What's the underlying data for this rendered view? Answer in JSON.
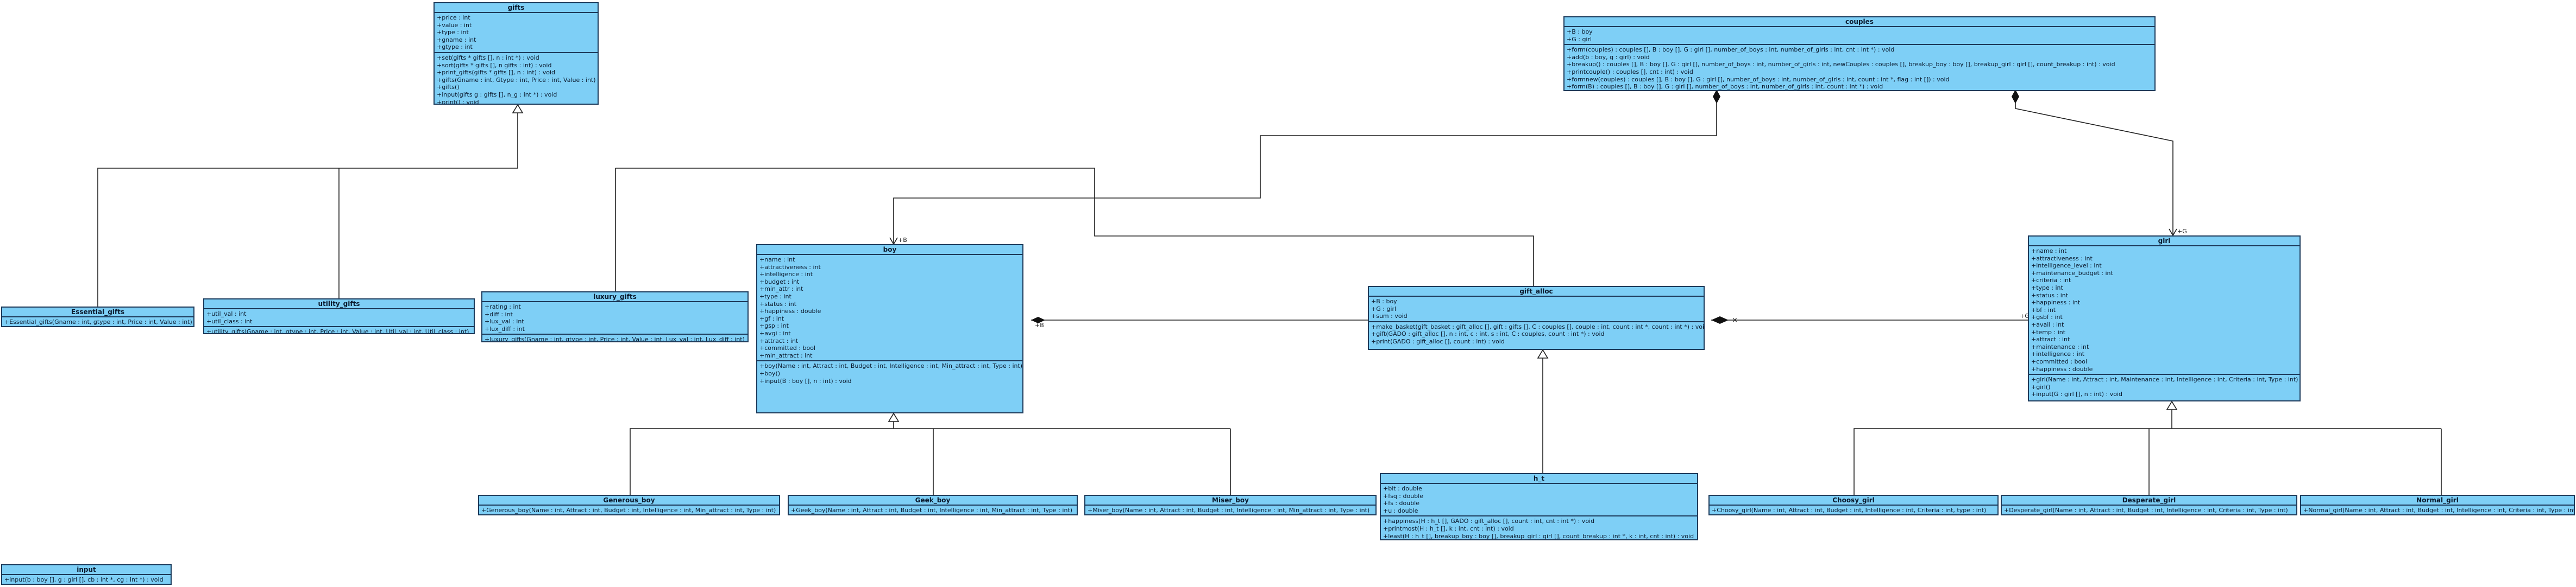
{
  "classes": {
    "gifts": {
      "name": "gifts",
      "attributes": [
        "+price : int",
        "+value : int",
        "+type : int",
        "+gname : int",
        "+gtype : int"
      ],
      "methods": [
        "+set(gifts * gifts [], n : int *) : void",
        "+sort(gifts * gifts [], n gifts : int) : void",
        "+print_gifts(gifts * gifts [], n : int) : void",
        "+gifts(Gname : int, Gtype : int, Price : int, Value : int)",
        "+gifts()",
        "+input(gifts g : gifts [], n_g : int *) : void",
        "+print() : void"
      ]
    },
    "couples": {
      "name": "couples",
      "attributes": [
        "+B : boy",
        "+G : girl"
      ],
      "methods": [
        "+form(couples) : couples [], B : boy [], G : girl [], number_of_boys : int, number_of_girls : int, cnt : int *) : void",
        "+add(b : boy, g : girl) : void",
        "+breakup() : couples [], B : boy [], G : girl [], number_of_boys : int, number_of_girls : int, newCouples : couples [], breakup_boy : boy [], breakup_girl : girl [], count_breakup : int) : void",
        "+printcouple() : couples [], cnt : int) : void",
        "+formnew(couples) : couples [], B : boy [], G : girl [], number_of_boys : int, number_of_girls : int, count : int *, flag : int []) : void",
        "+form(B) : couples [], B : boy [], G : girl [], number_of_boys : int, number_of_girls : int, count : int *) : void"
      ]
    },
    "essential_gifts": {
      "name": "Essential_gifts",
      "attributes": [],
      "methods": [
        "+Essential_gifts(Gname : int, gtype : int, Price : int, Value : int)"
      ]
    },
    "utility_gifts": {
      "name": "utility_gifts",
      "attributes": [
        "+util_val : int",
        "+util_class : int"
      ],
      "methods": [
        "+utility_gifts(Gname : int, gtype : int, Price : int, Value : int, Util_val : int, Util_class : int)"
      ]
    },
    "luxury_gifts": {
      "name": "luxury_gifts",
      "attributes": [
        "+rating : int",
        "+diff : int",
        "+lux_val : int",
        "+lux_diff : int"
      ],
      "methods": [
        "+luxury_gifts(Gname : int, gtype : int, Price : int, Value : int, Lux_val : int, Lux_diff : int)"
      ]
    },
    "boy": {
      "name": "boy",
      "attributes": [
        "+name : int",
        "+attractiveness : int",
        "+intelligence : int",
        "+budget : int",
        "+min_attr : int",
        "+type : int",
        "+status : int",
        "+happiness : double",
        "+gf : int",
        "+gsp : int",
        "+avgi : int",
        "+attract : int",
        "+committed : bool",
        "+min_attract : int"
      ],
      "methods": [
        "+boy(Name : int, Attract : int, Budget : int, Intelligence : int, Min_attract : int, Type : int)",
        "+boy()",
        "+input(B : boy [], n : int) : void"
      ]
    },
    "gift_alloc": {
      "name": "gift_alloc",
      "attributes": [
        "+B : boy",
        "+G : girl",
        "+sum : void"
      ],
      "methods": [
        "+make_basket(gift_basket : gift_alloc [], gift : gifts [], C : couples [], couple : int, count : int *, count : int *) : void",
        "+gift(GADO : gift_alloc [], n : int, c : int, s : int, C : couples, count : int *) : void",
        "+print(GADO : gift_alloc [], count : int) : void"
      ]
    },
    "girl": {
      "name": "girl",
      "attributes": [
        "+name : int",
        "+attractiveness : int",
        "+intelligence_level : int",
        "+maintenance_budget : int",
        "+criteria : int",
        "+type : int",
        "+status : int",
        "+happiness : int",
        "+bf : int",
        "+gsbf : int",
        "+avail : int",
        "+temp : int",
        "+attract : int",
        "+maintenance : int",
        "+intelligence : int",
        "+committed : bool",
        "+happiness : double"
      ],
      "methods": [
        "+girl(Name : int, Attract : int, Maintenance : int, Intelligence : int, Criteria : int, Type : int)",
        "+girl()",
        "+input(G : girl [], n : int) : void"
      ]
    },
    "generous_boy": {
      "name": "Generous_boy",
      "attributes": [],
      "methods": [
        "+Generous_boy(Name : int, Attract : int, Budget : int, Intelligence : int, Min_attract : int, Type : int)"
      ]
    },
    "geek_boy": {
      "name": "Geek_boy",
      "attributes": [],
      "methods": [
        "+Geek_boy(Name : int, Attract : int, Budget : int, Intelligence : int, Min_attract : int, Type : int)"
      ]
    },
    "miser_boy": {
      "name": "Miser_boy",
      "attributes": [],
      "methods": [
        "+Miser_boy(Name : int, Attract : int, Budget : int, Intelligence : int, Min_attract : int, Type : int)"
      ]
    },
    "h_t": {
      "name": "h_t",
      "attributes": [
        "+bit : double",
        "+fsq : double",
        "+fs : double",
        "+u : double"
      ],
      "methods": [
        "+happiness(H : h_t [], GADO : gift_alloc [], count : int, cnt : int *) : void",
        "+printmost(H : h_t [], k : int, cnt : int) : void",
        "+least(H : h_t [], breakup_boy : boy [], breakup_girl : girl [], count_breakup : int *, k : int, cnt : int) : void"
      ]
    },
    "choosy_girl": {
      "name": "Choosy_girl",
      "attributes": [],
      "methods": [
        "+Choosy_girl(Name : int, Attract : int, Budget : int, Intelligence : int, Criteria : int, type : int)"
      ]
    },
    "desperate_girl": {
      "name": "Desperate_girl",
      "attributes": [],
      "methods": [
        "+Desperate_girl(Name : int, Attract : int, Budget : int, Intelligence : int, Criteria : int, Type : int)"
      ]
    },
    "normal_girl": {
      "name": "Normal_girl",
      "attributes": [],
      "methods": [
        "+Normal_girl(Name : int, Attract : int, Budget : int, Intelligence : int, Criteria : int, Type : int)"
      ]
    },
    "input": {
      "name": "input",
      "attributes": [],
      "methods": [
        "+input(b : boy [], g : girl [], cb : int *, cg : int *) : void"
      ]
    }
  },
  "multiplicities": {
    "couples_boy": "+B",
    "couples_girl": "+G",
    "giftalloc_boy": "+B",
    "giftalloc_girl": "+G"
  },
  "colors": {
    "class_fill": "#7ecff6",
    "border": "#1d3a5a",
    "line": "#1f1f1f"
  }
}
